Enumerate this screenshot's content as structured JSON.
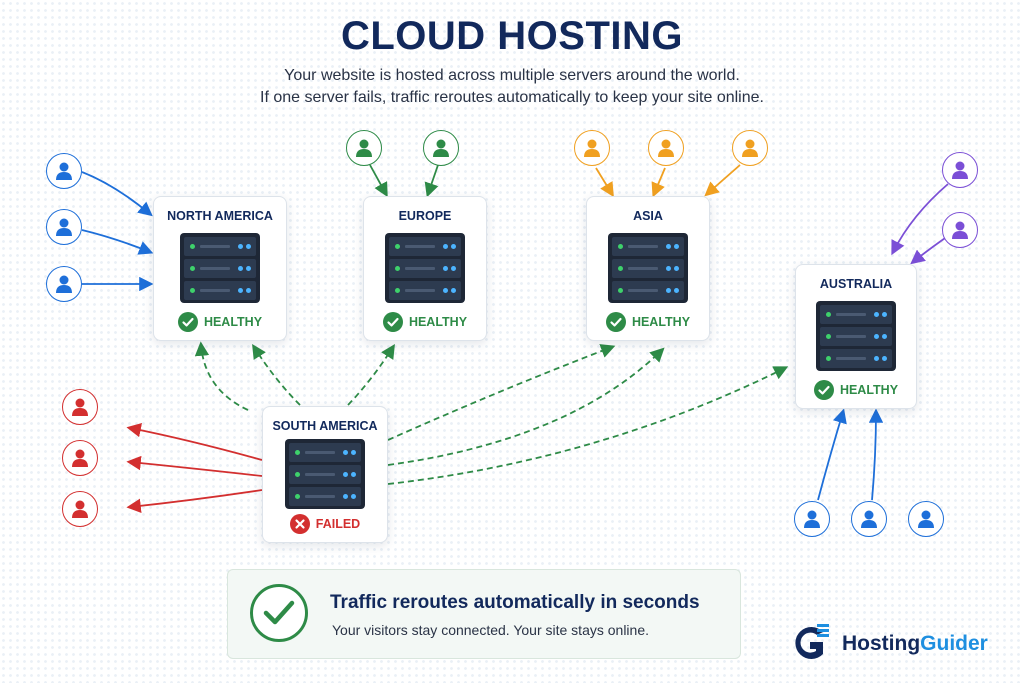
{
  "header": {
    "title": "CLOUD HOSTING",
    "subtitle_line1": "Your website is hosted across multiple servers around the world.",
    "subtitle_line2": "If one server fails, traffic reroutes automatically to keep your site online."
  },
  "regions": {
    "north_america": {
      "name": "NORTH AMERICA",
      "status": "HEALTHY"
    },
    "europe": {
      "name": "EUROPE",
      "status": "HEALTHY"
    },
    "asia": {
      "name": "ASIA",
      "status": "HEALTHY"
    },
    "australia": {
      "name": "AUSTRALIA",
      "status": "HEALTHY"
    },
    "south_america": {
      "name": "SOUTH AMERICA",
      "status": "FAILED"
    }
  },
  "callout": {
    "heading": "Traffic reroutes automatically in seconds",
    "text": "Your visitors stay connected. Your site stays online."
  },
  "brand": {
    "part1": "Hosting",
    "part2": "Guider"
  },
  "colors": {
    "navy": "#12295c",
    "healthy_green": "#2e8b47",
    "failed_red": "#d32f2f",
    "north_america_users": "#1e6fd9",
    "europe_users": "#2e8b47",
    "asia_users": "#f0a020",
    "australia_users": "#7b4fd6",
    "south_america_users": "#d32f2f",
    "reroute_line": "#2e8b47"
  },
  "icons": {
    "user": "person-icon",
    "healthy": "check-circle-icon",
    "failed": "x-circle-icon",
    "server": "server-rack-icon"
  }
}
